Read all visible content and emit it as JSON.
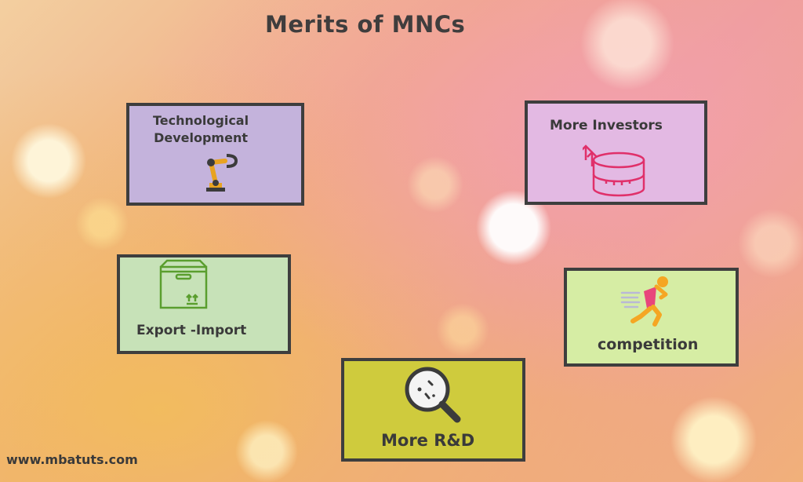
{
  "title": "Merits of MNCs",
  "cards": {
    "technology": {
      "label_line1": "Technological",
      "label_line2": "Development",
      "icon": "robotic-arm-icon",
      "color": "#c4b3dc"
    },
    "investors": {
      "label": "More Investors",
      "icon": "coins-up-arrow-icon",
      "color": "#e3b9e3"
    },
    "export": {
      "label": "Export -Import",
      "icon": "cardboard-box-icon",
      "color": "#c7e2b8"
    },
    "competition": {
      "label": "competition",
      "icon": "running-person-icon",
      "color": "#d6eda4"
    },
    "research": {
      "label": "More R&D",
      "icon": "magnifying-glass-icon",
      "color": "#cfcb3d"
    }
  },
  "footer": "www.mbatuts.com"
}
